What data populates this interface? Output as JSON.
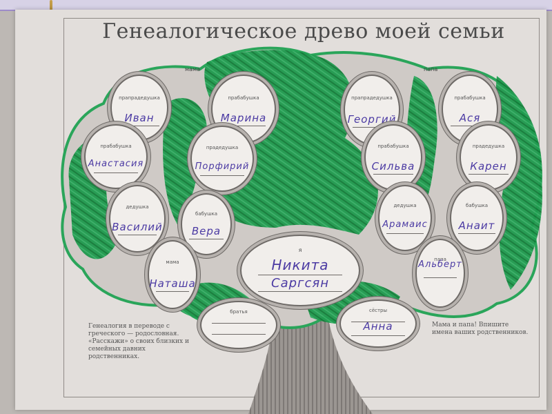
{
  "title": "Генеалогическое древо моей семьи",
  "header_labels": {
    "mother": "мама",
    "father": "папа"
  },
  "colors": {
    "foliage": "#1f9a4e",
    "ink": "#4b3aa3",
    "outline": "#2aa55a"
  },
  "members": {
    "m1": {
      "role": "прапрадедушка",
      "name": "Иван"
    },
    "m2": {
      "role": "прабабушка",
      "name": "Анастасия"
    },
    "m3": {
      "role": "дедушка",
      "name": "Василий"
    },
    "m4": {
      "role": "прабабушка",
      "name": "Марина"
    },
    "m5": {
      "role": "прадедушка",
      "name": "Порфирий"
    },
    "m6": {
      "role": "бабушка",
      "name": "Вера"
    },
    "m7": {
      "role": "мама",
      "name": "Наташа"
    },
    "f1": {
      "role": "прапрадедушка",
      "name": "Георгий"
    },
    "f2": {
      "role": "прабабушка",
      "name": "Ася"
    },
    "f3": {
      "role": "прабабушка",
      "name": "Сильва"
    },
    "f4": {
      "role": "прадедушка",
      "name": "Карен"
    },
    "f5": {
      "role": "дедушка",
      "name": "Арамаис"
    },
    "f6": {
      "role": "бабушка",
      "name": "Анаит"
    },
    "f7": {
      "role": "папа",
      "name": "Альберт"
    },
    "self": {
      "role": "я",
      "first_name": "Никита",
      "last_name": "Саргсян"
    },
    "brother": {
      "role": "братья",
      "name": ""
    },
    "sister": {
      "role": "сёстры",
      "name": "Анна"
    }
  },
  "notes": {
    "left": "Генеалогия в переводе с греческого — родословная. «Расскажи» о своих близких и семейных давних родственниках.",
    "right": "Мама и папа! Впишите имена ваших родственников."
  }
}
